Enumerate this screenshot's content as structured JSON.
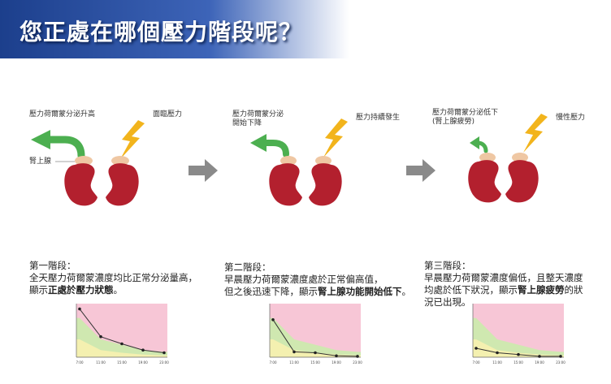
{
  "title": "您正處在哪個壓力階段呢？",
  "stages": [
    {
      "hormone_label": "壓力荷爾蒙分泌升高",
      "stress_label": "面臨壓力",
      "adrenal_label": "腎上腺",
      "desc_title": "第一階段：",
      "desc_line1": "全天壓力荷爾蒙濃度均比正常分泌量高，",
      "desc_line2_pre": "顯示",
      "desc_line2_bold": "正處於壓力狀態",
      "desc_line2_post": "。",
      "chart_x_labels": [
        "7:00",
        "11:00",
        "15:00",
        "19:00",
        "23:00"
      ],
      "chart_curve": [
        27,
        11.5,
        7.5,
        4,
        2.5
      ]
    },
    {
      "hormone_label_line1": "壓力荷爾蒙分泌",
      "hormone_label_line2": "開始下降",
      "stress_label": "壓力持續發生",
      "desc_title": "第二階段：",
      "desc_line1": "早晨壓力荷爾蒙濃度處於正常偏高值，",
      "desc_line2_pre": "但之後迅速下降，顯示",
      "desc_line2_bold": "腎上腺功能開始低下",
      "desc_line2_post": "。",
      "chart_x_labels": [
        "7:00",
        "11:00",
        "15:00",
        "19:00",
        "23:00"
      ],
      "chart_curve": [
        21,
        3,
        2.5,
        0.8,
        0.5
      ]
    },
    {
      "hormone_label_line1": "壓力荷爾蒙分泌低下",
      "hormone_label_line2": "(腎上腺疲勞)",
      "stress_label": "慢性壓力",
      "desc_title": "第三階段：",
      "desc_line1": "早晨壓力荷爾蒙濃度偏低，且整天濃度",
      "desc_line2_pre": "均處於低下狀況，顯示",
      "desc_line2_bold": "腎上腺疲勞",
      "desc_line2_post": "的狀",
      "desc_line3": "況已出現。",
      "chart_x_labels": [
        "7:00",
        "11:00",
        "15:00",
        "19:00",
        "23:00"
      ],
      "chart_curve": [
        5,
        2.5,
        1.5,
        0.5,
        0.5
      ]
    }
  ],
  "chart_data": [
    {
      "type": "line",
      "x": [
        "7:00",
        "11:00",
        "15:00",
        "19:00",
        "23:00"
      ],
      "series": [
        {
          "values": [
            27,
            11.5,
            7.5,
            4,
            2.5
          ]
        }
      ],
      "ylim": [
        0,
        30
      ]
    },
    {
      "type": "line",
      "x": [
        "7:00",
        "11:00",
        "15:00",
        "19:00",
        "23:00"
      ],
      "series": [
        {
          "values": [
            21,
            3,
            2.5,
            0.8,
            0.5
          ]
        }
      ],
      "ylim": [
        0,
        30
      ]
    },
    {
      "type": "line",
      "x": [
        "7:00",
        "11:00",
        "15:00",
        "19:00",
        "23:00"
      ],
      "series": [
        {
          "values": [
            5,
            2.5,
            1.5,
            0.5,
            0.5
          ]
        }
      ],
      "ylim": [
        0,
        30
      ]
    }
  ],
  "colors": {
    "banner": "#2a4f9e",
    "kidney": "#b3202e",
    "arrow_green": "#4caf50",
    "lightning": "#f2b41c",
    "gray_arrow": "#8a8a8a",
    "chart_pink": "#f7c6d6",
    "chart_green": "#cfe8b0",
    "chart_yellow": "#f4f0b0"
  }
}
